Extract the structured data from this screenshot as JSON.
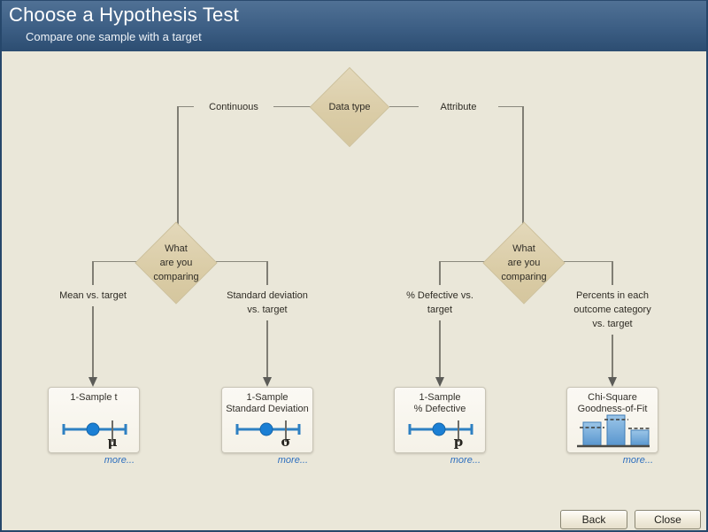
{
  "header": {
    "title": "Choose a Hypothesis Test",
    "subtitle": "Compare one sample with a target"
  },
  "tree": {
    "root_label": "Data type",
    "branch_left": "Continuous",
    "branch_right": "Attribute",
    "decision_label_lines": [
      "What",
      "are you",
      "comparing"
    ],
    "leaves": [
      {
        "branch_lines": [
          "Mean vs. target"
        ],
        "card_title_lines": [
          "1-Sample t"
        ],
        "symbol": "μ",
        "icon": "numberline-icon",
        "more_label": "more..."
      },
      {
        "branch_lines": [
          "Standard deviation",
          "vs. target"
        ],
        "card_title_lines": [
          "1-Sample",
          "Standard Deviation"
        ],
        "symbol": "σ",
        "icon": "numberline-icon",
        "more_label": "more..."
      },
      {
        "branch_lines": [
          "% Defective vs.",
          "target"
        ],
        "card_title_lines": [
          "1-Sample",
          "% Defective"
        ],
        "symbol": "p",
        "icon": "numberline-icon",
        "more_label": "more..."
      },
      {
        "branch_lines": [
          "Percents in each",
          "outcome category",
          "vs. target"
        ],
        "card_title_lines": [
          "Chi-Square",
          "Goodness-of-Fit"
        ],
        "symbol": "",
        "icon": "chi-square-bars-icon",
        "more_label": "more..."
      }
    ]
  },
  "footer": {
    "back_label": "Back",
    "close_label": "Close"
  },
  "colors": {
    "header_top": "#507195",
    "header_bottom": "#2c4d71",
    "canvas": "#eae7d9",
    "diamond": "#dacca6",
    "line_gray": "#8a887d",
    "accent_blue": "#2e80c2",
    "link_blue": "#2e6fbe",
    "bar_blue": "#5795ce"
  }
}
